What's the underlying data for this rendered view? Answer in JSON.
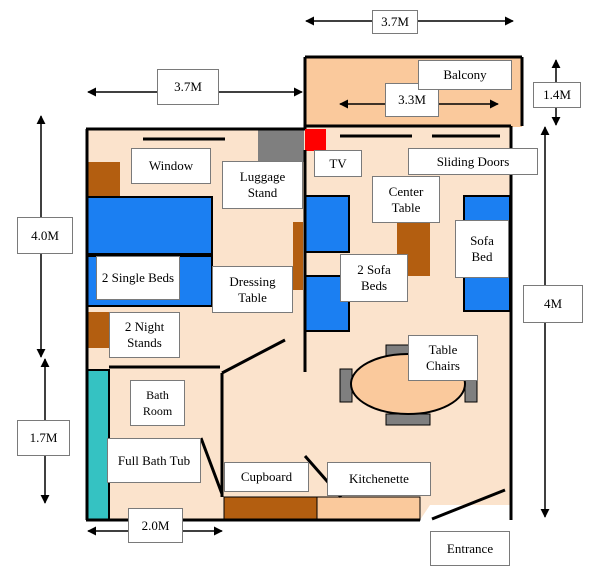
{
  "dimensions": {
    "top_balcony": "3.7M",
    "left_top": "3.7M",
    "balcony_inner": "3.3M",
    "balcony_right": "1.4M",
    "left_upper": "4.0M",
    "right_main": "4M",
    "left_lower": "1.7M",
    "bottom_left": "2.0M"
  },
  "rooms": {
    "balcony": "Balcony",
    "window": "Window",
    "tv": "TV",
    "sliding_doors": "Sliding Doors",
    "luggage_stand": "Luggage Stand",
    "center_table": "Center Table",
    "sofa_bed": "Sofa Bed",
    "single_beds": "2 Single Beds",
    "dressing_table": "Dressing Table",
    "sofa_beds": "2 Sofa Beds",
    "night_stands": "2 Night Stands",
    "table_chairs": "Table Chairs",
    "bath_room": "Bath Room",
    "full_bath_tub": "Full Bath Tub",
    "cupboard": "Cupboard",
    "kitchenette": "Kitchenette",
    "entrance": "Entrance"
  },
  "colors": {
    "floor": "#fbe3cc",
    "balcony": "#fac99c",
    "wall": "#000000",
    "bed": "#1b7ff2",
    "wood": "#b35e10",
    "tub": "#35c2c2",
    "grey": "#7f7f7f",
    "tv": "#ff0000"
  }
}
